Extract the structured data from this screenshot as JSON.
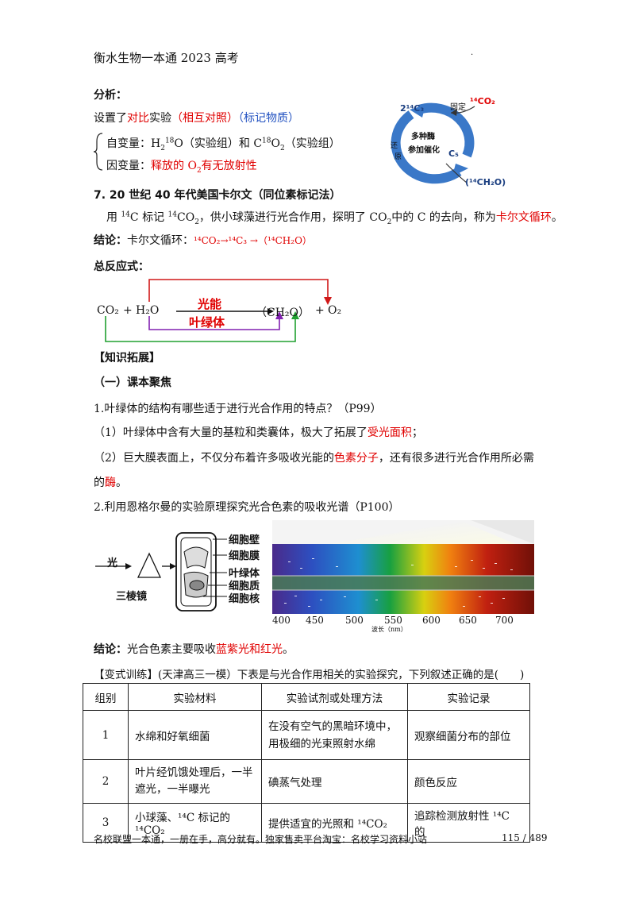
{
  "header": {
    "title": "衡水生物一本通 2023 高考"
  },
  "analysis": {
    "heading": "分析：",
    "line1_a": "设置了",
    "line1_b": "对比",
    "line1_c": "实验",
    "line1_d": "（相互对照）",
    "line1_e": "（标记物质）",
    "indep_label": "自变量：H",
    "indep_a": "O（实验组）和 C",
    "indep_b": "O",
    "indep_c": "（实验组）",
    "dep_label": "因变量：",
    "dep_value": "释放的 O",
    "dep_value2": "有无放射性"
  },
  "calvin_diagram": {
    "c3": "2¹⁴C₃",
    "fixed": "固定",
    "co2": "¹⁴CO₂",
    "enzyme1": "多种酶",
    "enzyme2": "参加催化",
    "reduce1": "还",
    "reduce2": "原",
    "c5": "C₅",
    "product": "(¹⁴CH₂O)"
  },
  "section7": {
    "title": "7. 20 世纪 40 年代美国卡尔文（同位素标记法）",
    "body_a": "用 ",
    "body_b": "C 标记 ",
    "body_c": "CO",
    "body_d": "，供小球藻进行光合作用，探明了 CO",
    "body_e": "中的 C 的去向，称为",
    "body_f": "卡尔文循环",
    "body_g": "。",
    "conclusion_label": "结论：",
    "conclusion_a": "卡尔文循环：",
    "conclusion_b": "¹⁴CO₂→¹⁴C₃ →（¹⁴CH₂O）"
  },
  "equation": {
    "heading": "总反应式：",
    "co2": "CO₂",
    "plus1": "+",
    "h2o": "H₂O",
    "light": "光能",
    "chloroplast": "叶绿体",
    "ch2o": "（CH₂O）",
    "plus2": "+",
    "o2": "O₂"
  },
  "knowledge": {
    "heading": "【知识拓展】",
    "sub": "（一）课本聚焦",
    "q1": "1.叶绿体的结构有哪些适于进行光合作用的特点？（P99）",
    "a1_a": "（1）叶绿体中含有大量的基粒和类囊体，极大了拓展了",
    "a1_b": "受光面积",
    "a1_c": "；",
    "a2_a": "（2）巨大膜表面上，不仅分布着许多吸收光能的",
    "a2_b": "色素分子",
    "a2_c": "，还有很多进行光合作用所必需",
    "a2_d": "的",
    "a2_e": "酶",
    "a2_f": "。",
    "q2": "2.利用恩格尔曼的实验原理探究光合色素的吸收光谱（P100）"
  },
  "cell_figure": {
    "light": "光",
    "prism": "三棱镜",
    "labels": [
      "细胞壁",
      "细胞膜",
      "叶绿体",
      "细胞质",
      "细胞核"
    ]
  },
  "spectrum": {
    "ticks": [
      "400",
      "450",
      "500",
      "550",
      "600",
      "650",
      "700"
    ],
    "axis": "波长（nm）"
  },
  "conclusion2": {
    "label": "结论：",
    "a": "光合色素主要吸收",
    "b": "蓝紫光和红光",
    "c": "。"
  },
  "exercise": {
    "title": "【变式训练】(天津高三一模）下表是与光合作用相关的实验探究，下列叙述正确的是(　　)",
    "headers": [
      "组别",
      "实验材料",
      "实验试剂或处理方法",
      "实验记录"
    ],
    "rows": [
      [
        "1",
        "水绵和好氧细菌",
        "在没有空气的黑暗环境中，用极细的光束照射水绵",
        "观察细菌分布的部位"
      ],
      [
        "2",
        "叶片经饥饿处理后，一半遮光，一半曝光",
        "碘蒸气处理",
        "颜色反应"
      ],
      [
        "3",
        "小球藻、¹⁴C 标记的 ¹⁴CO₂",
        "提供适宜的光照和 ¹⁴CO₂",
        "追踪检测放射性 ¹⁴C 的"
      ]
    ]
  },
  "footer": {
    "left": "名校联盟一本通，一册在手，高分就有。独家售卖平台淘宝：名校学习资料小站",
    "page": "115 / 489"
  }
}
